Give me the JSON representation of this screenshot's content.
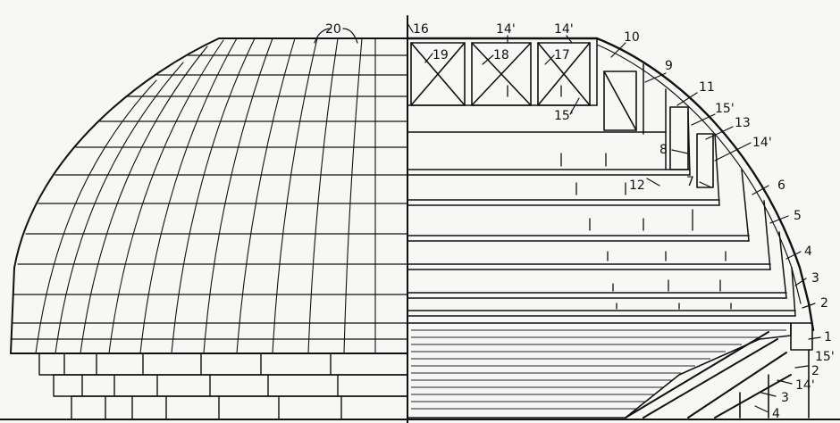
{
  "figure": {
    "labels": [
      {
        "id": "l20",
        "text": "20"
      },
      {
        "id": "l16",
        "text": "16"
      },
      {
        "id": "l14a",
        "text": "14'"
      },
      {
        "id": "l14b",
        "text": "14'"
      },
      {
        "id": "l10",
        "text": "10"
      },
      {
        "id": "l19",
        "text": "19"
      },
      {
        "id": "l18",
        "text": "18"
      },
      {
        "id": "l17",
        "text": "17"
      },
      {
        "id": "l9",
        "text": "9"
      },
      {
        "id": "l15a",
        "text": "15'"
      },
      {
        "id": "l11",
        "text": "11"
      },
      {
        "id": "l15b",
        "text": "15'"
      },
      {
        "id": "l13",
        "text": "13"
      },
      {
        "id": "l14c",
        "text": "14'"
      },
      {
        "id": "l8",
        "text": "8"
      },
      {
        "id": "l12",
        "text": "12"
      },
      {
        "id": "l7",
        "text": "7"
      },
      {
        "id": "l6",
        "text": "6"
      },
      {
        "id": "l5",
        "text": "5"
      },
      {
        "id": "l4a",
        "text": "4"
      },
      {
        "id": "l3a",
        "text": "3"
      },
      {
        "id": "l2a",
        "text": "2"
      },
      {
        "id": "l1",
        "text": "1"
      },
      {
        "id": "l15c",
        "text": "15'"
      },
      {
        "id": "l2b",
        "text": "2"
      },
      {
        "id": "l14d",
        "text": "14'"
      },
      {
        "id": "l3b",
        "text": "3"
      },
      {
        "id": "l4b",
        "text": "4"
      }
    ]
  }
}
